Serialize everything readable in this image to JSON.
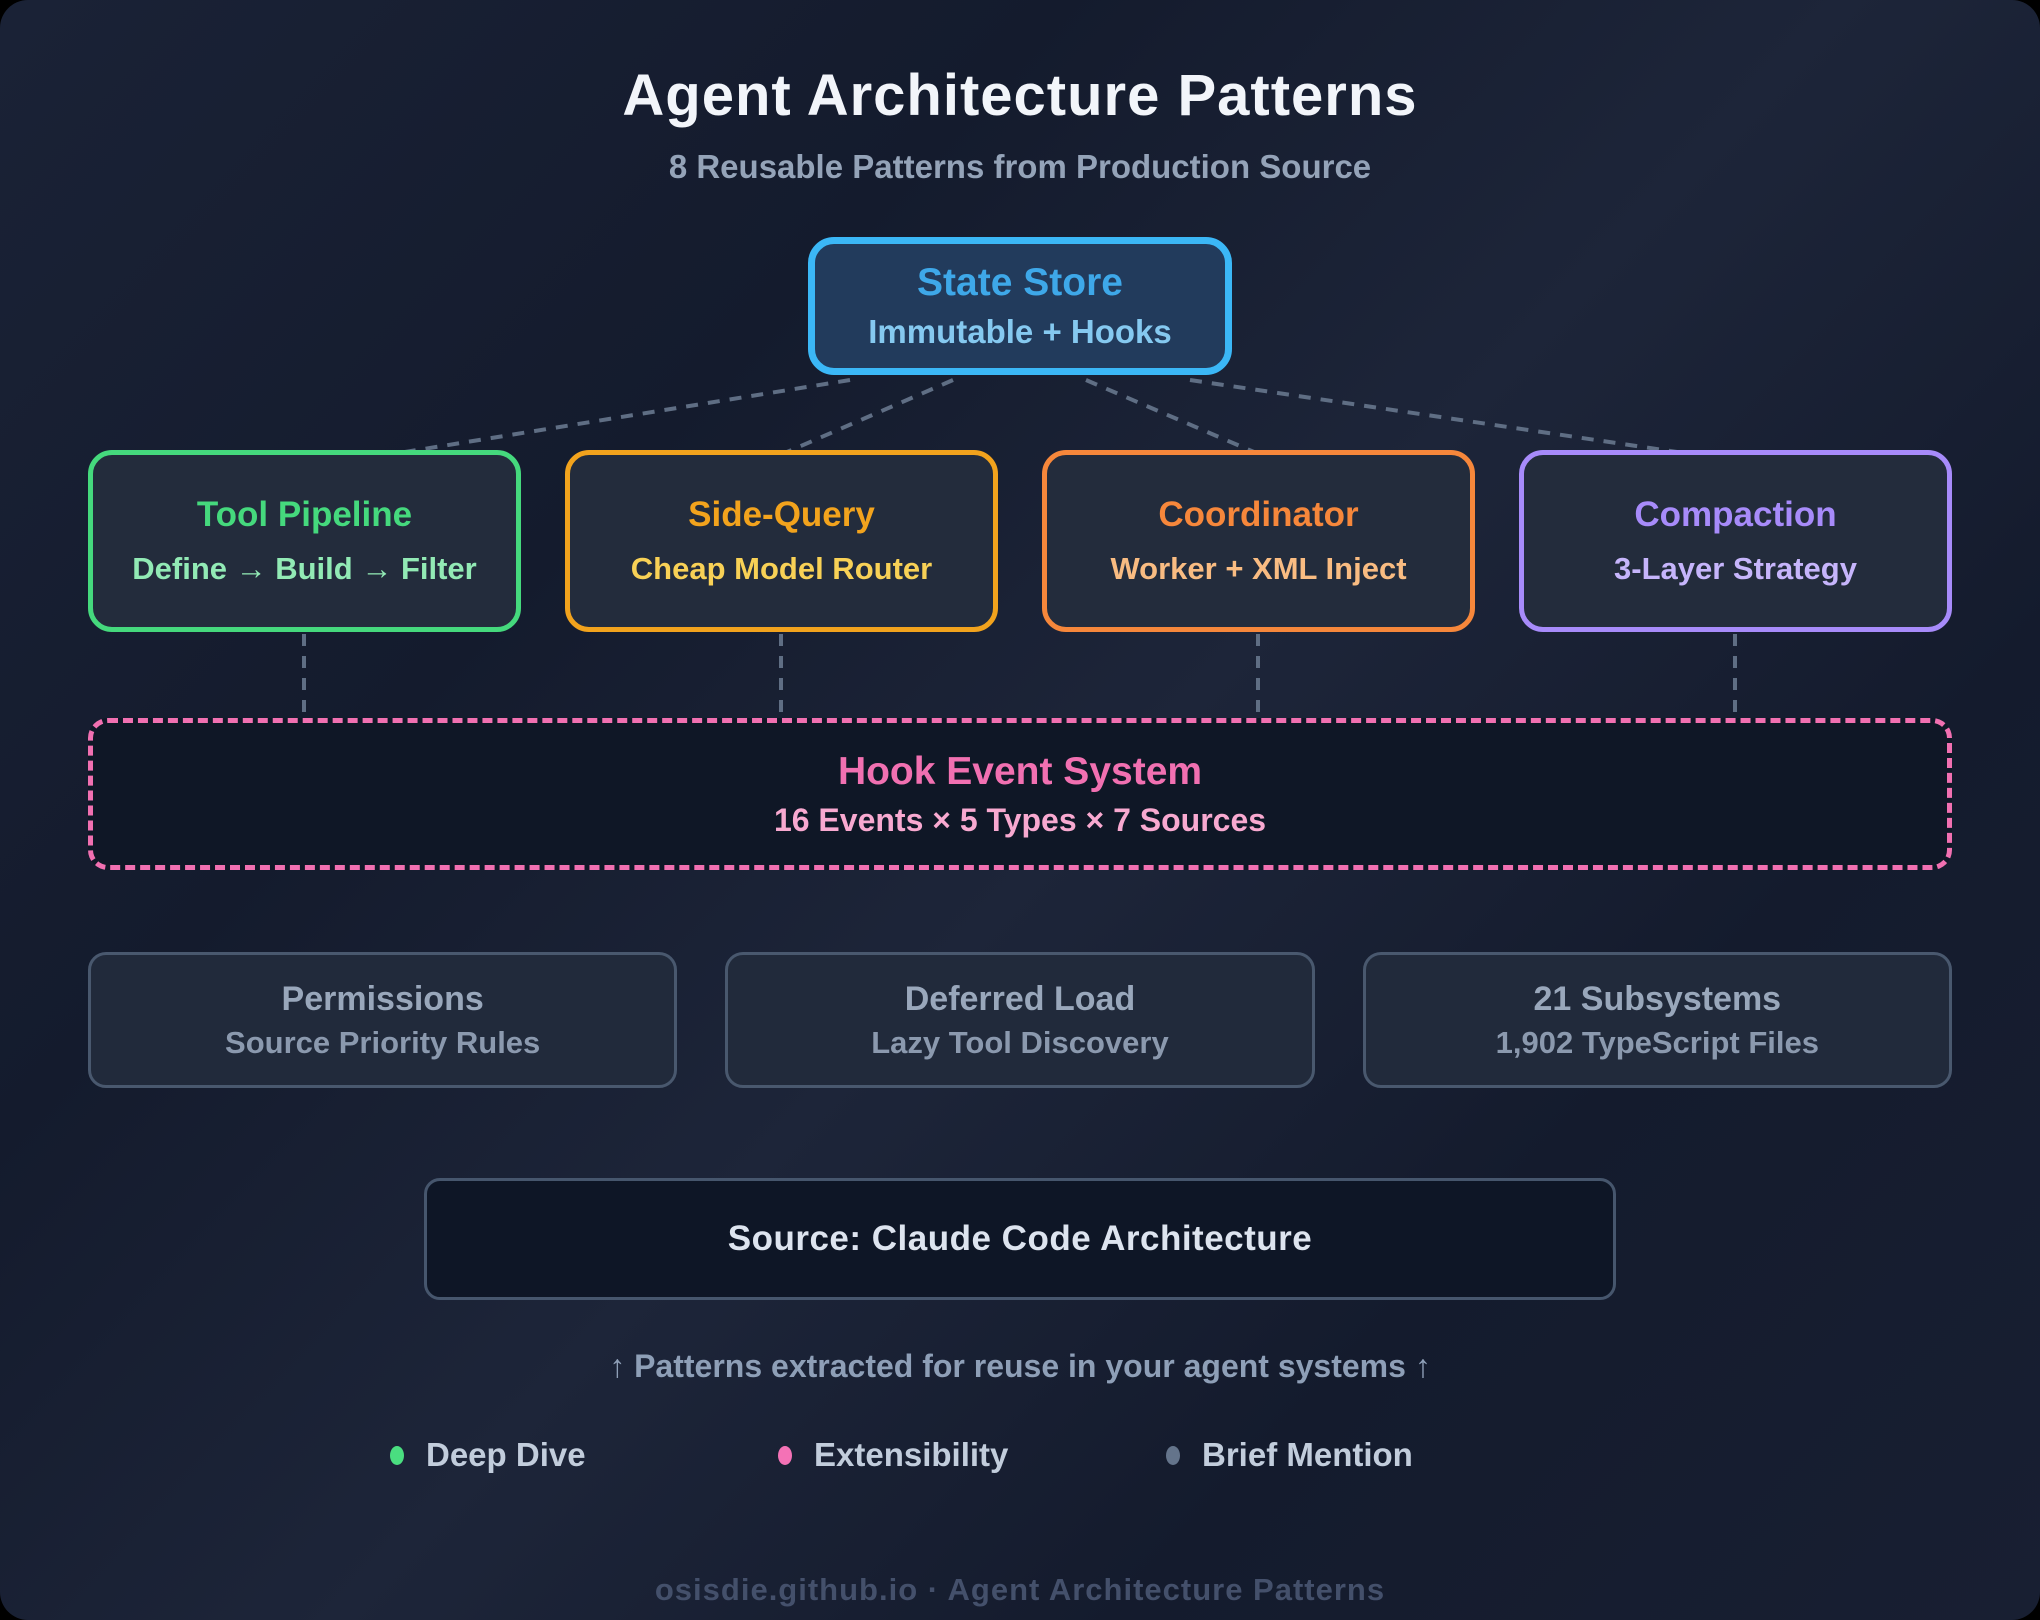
{
  "header": {
    "title": "Agent Architecture Patterns",
    "subtitle": "8 Reusable Patterns from Production Source"
  },
  "root_node": {
    "title": "State Store",
    "subtitle": "Immutable + Hooks",
    "border_color": "#3bb7f6",
    "fill_color": "#223b5c",
    "title_color": "#3ea8e9",
    "subtitle_color": "#85c9f0"
  },
  "pattern_nodes": [
    {
      "title": "Tool Pipeline",
      "subtitle": "Define → Build → Filter",
      "accent": "#45d97d",
      "subtitle_color": "#92eab5"
    },
    {
      "title": "Side-Query",
      "subtitle": "Cheap Model Router",
      "accent": "#f2a31d",
      "subtitle_color": "#f8d156"
    },
    {
      "title": "Coordinator",
      "subtitle": "Worker + XML Inject",
      "accent": "#f6873b",
      "subtitle_color": "#f9bc82"
    },
    {
      "title": "Compaction",
      "subtitle": "3-Layer Strategy",
      "accent": "#a78bfa",
      "subtitle_color": "#c6b5fb"
    }
  ],
  "hook_system": {
    "title": "Hook Event System",
    "subtitle": "16 Events × 5 Types × 7 Sources",
    "accent": "#f170b1",
    "subtitle_color": "#f8a9d0"
  },
  "info_nodes": [
    {
      "title": "Permissions",
      "subtitle": "Source Priority Rules"
    },
    {
      "title": "Deferred Load",
      "subtitle": "Lazy Tool Discovery"
    },
    {
      "title": "21 Subsystems",
      "subtitle": "1,902 TypeScript Files"
    }
  ],
  "source_box": {
    "label": "Source: Claude Code Architecture"
  },
  "note": "↑ Patterns extracted for reuse in your agent systems ↑",
  "legend": [
    {
      "label": "Deep Dive",
      "color": "#4ade80"
    },
    {
      "label": "Extensibility",
      "color": "#f472b6"
    },
    {
      "label": "Brief Mention",
      "color": "#64748b"
    }
  ],
  "footer": "osisdie.github.io · Agent Architecture Patterns",
  "connector_color": "#5f6e84"
}
